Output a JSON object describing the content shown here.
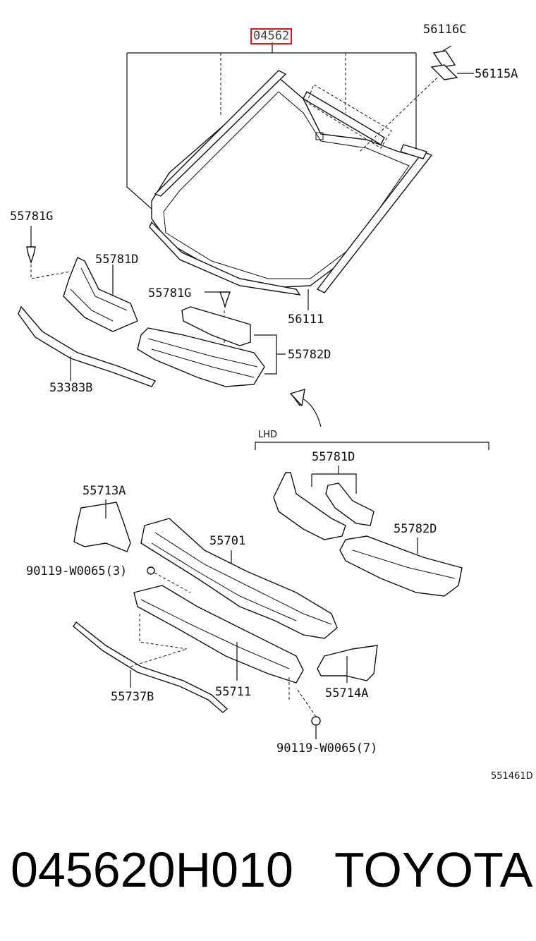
{
  "labels": {
    "l045620": "04562",
    "l56116c": "56116C",
    "l56115a": "56115A",
    "l55781g_a": "55781G",
    "l55781d_a": "55781D",
    "l55781g_b": "55781G",
    "l56111": "56111",
    "l55782d_a": "55782D",
    "l53383b": "53383B",
    "lhd": "LHD",
    "l55781d_b": "55781D",
    "l55713a": "55713A",
    "l55782d_b": "55782D",
    "l55701": "55701",
    "l90119a": "90119-W0065(3)",
    "l55711": "55711",
    "l55714a": "55714A",
    "l55737b": "55737B",
    "l90119b": "90119-W0065(7)",
    "fig_no": "551461D"
  },
  "footer": {
    "part_number": "045620H010",
    "brand": "TOYOTA"
  },
  "colors": {
    "highlight": "#e0161d",
    "line": "#111111"
  }
}
